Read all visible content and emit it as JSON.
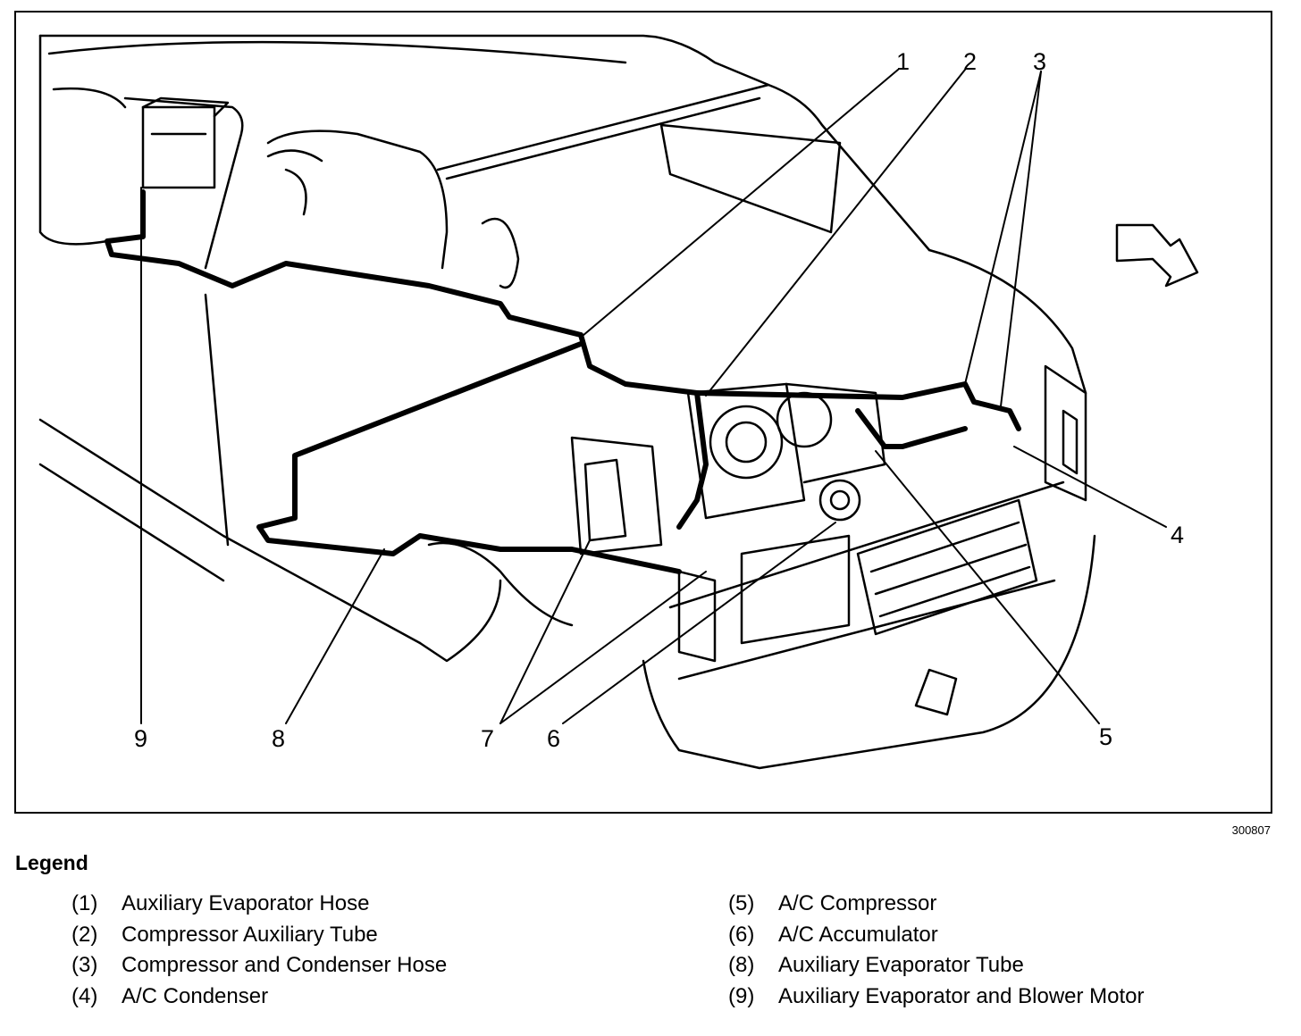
{
  "callouts": [
    "1",
    "2",
    "3",
    "4",
    "5",
    "6",
    "7",
    "8",
    "9"
  ],
  "figure_id": "300807",
  "legend": {
    "title": "Legend",
    "left": [
      {
        "num": "(1)",
        "label": "Auxiliary Evaporator Hose"
      },
      {
        "num": "(2)",
        "label": "Compressor Auxiliary Tube"
      },
      {
        "num": "(3)",
        "label": "Compressor and Condenser Hose"
      },
      {
        "num": "(4)",
        "label": "A/C Condenser"
      }
    ],
    "right": [
      {
        "num": "(5)",
        "label": "A/C Compressor"
      },
      {
        "num": "(6)",
        "label": "A/C Accumulator"
      },
      {
        "num": "(8)",
        "label": "Auxiliary Evaporator Tube"
      },
      {
        "num": "(9)",
        "label": "Auxiliary Evaporator and Blower Motor"
      }
    ]
  }
}
